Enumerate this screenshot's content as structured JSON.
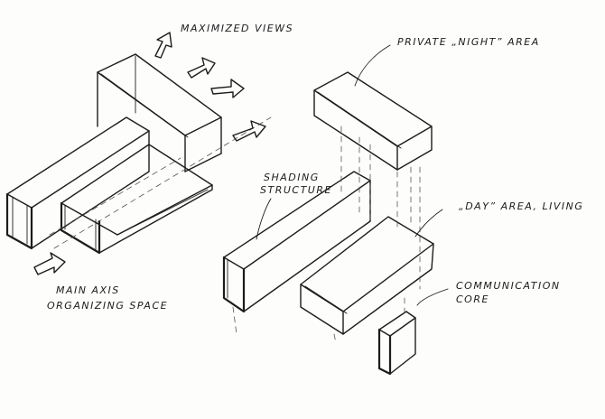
{
  "labels": {
    "maximized_views": "MAXIMIZED VIEWS",
    "main_axis_line1": "MAIN AXIS",
    "main_axis_line2": "ORGANIZING SPACE",
    "private_night_area": "PRIVATE „NIGHT” AREA",
    "shading_line1": "SHADING",
    "shading_line2": "STRUCTURE",
    "day_area": "„DAY” AREA, LIVING",
    "communication_line1": "COMMUNICATION",
    "communication_line2": "CORE"
  },
  "colors": {
    "ink": "#1c1c1c",
    "paper": "#fdfdfc"
  }
}
